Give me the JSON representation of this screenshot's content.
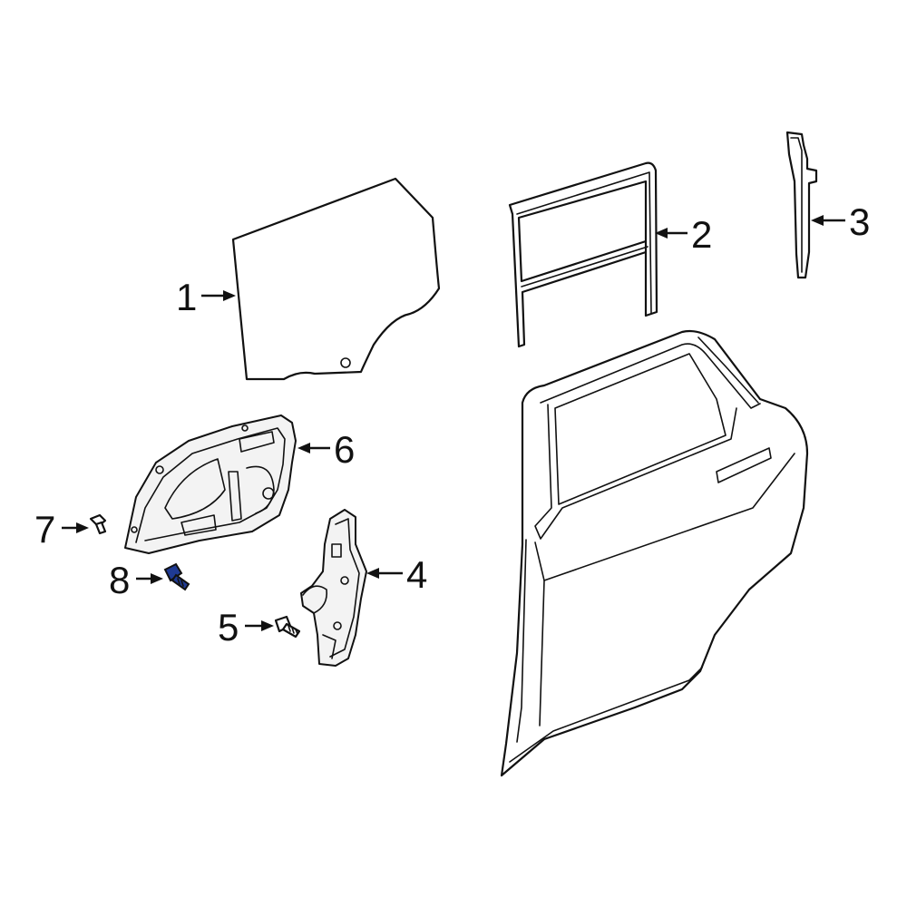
{
  "colors": {
    "line": "#111111",
    "background": "#ffffff",
    "highlight_part": "#1f3a93"
  },
  "callouts": [
    {
      "id": "glass",
      "number": "1"
    },
    {
      "id": "run-channel",
      "number": "2"
    },
    {
      "id": "guide-channel",
      "number": "3"
    },
    {
      "id": "regulator",
      "number": "4"
    },
    {
      "id": "regulator-bolt",
      "number": "5"
    },
    {
      "id": "module-panel",
      "number": "6"
    },
    {
      "id": "panel-bolt-small",
      "number": "7"
    },
    {
      "id": "panel-bolt-highlighted",
      "number": "8"
    }
  ]
}
